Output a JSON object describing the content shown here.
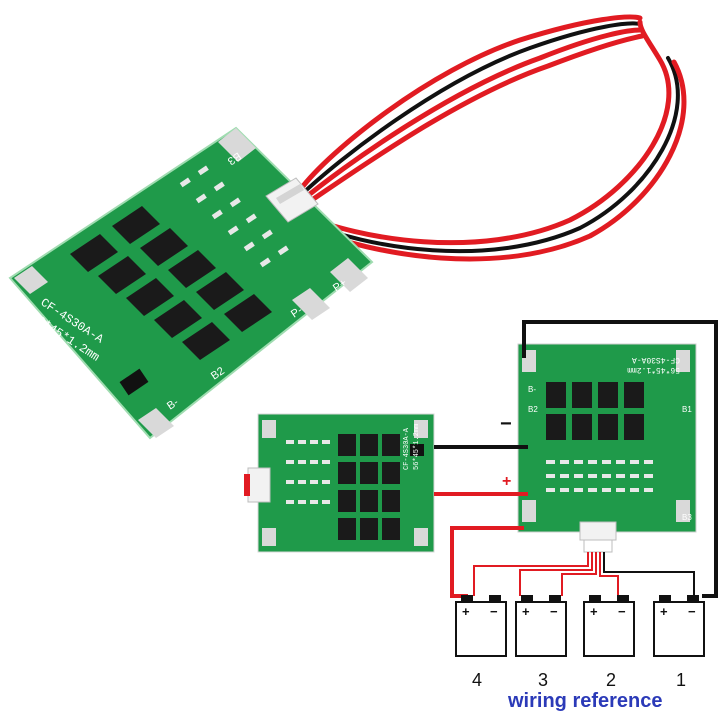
{
  "board_large": {
    "silk_model": "CF-4S30A-A",
    "silk_size": "56*45*1.2mm",
    "pad_b3": "B3",
    "pad_b2": "B2",
    "pad_b_minus": "B-",
    "pad_p_plus": "P+",
    "pad_p_minus": "P-"
  },
  "board_small": {
    "silk_model": "CF-4S30A-A",
    "silk_size": "56*45*1.2mm"
  },
  "board_diagram": {
    "silk_model": "CF-4S30A-A",
    "silk_size": "56*45*1.2mm",
    "pad_b_minus": "B-",
    "pad_b2": "B2",
    "pad_b1": "B1",
    "pad_b3": "B3"
  },
  "wiring": {
    "minus_label": "−",
    "plus_label": "+",
    "battery_numbers": [
      "4",
      "3",
      "2",
      "1"
    ],
    "terminal_plus": "+",
    "terminal_minus": "−",
    "caption": "wiring reference"
  },
  "colors": {
    "pcb_green": "#1f9a4a",
    "pcb_dark": "#14743a",
    "wire_red": "#e11b22",
    "wire_black": "#111111",
    "caption_blue": "#2b3ab8"
  }
}
